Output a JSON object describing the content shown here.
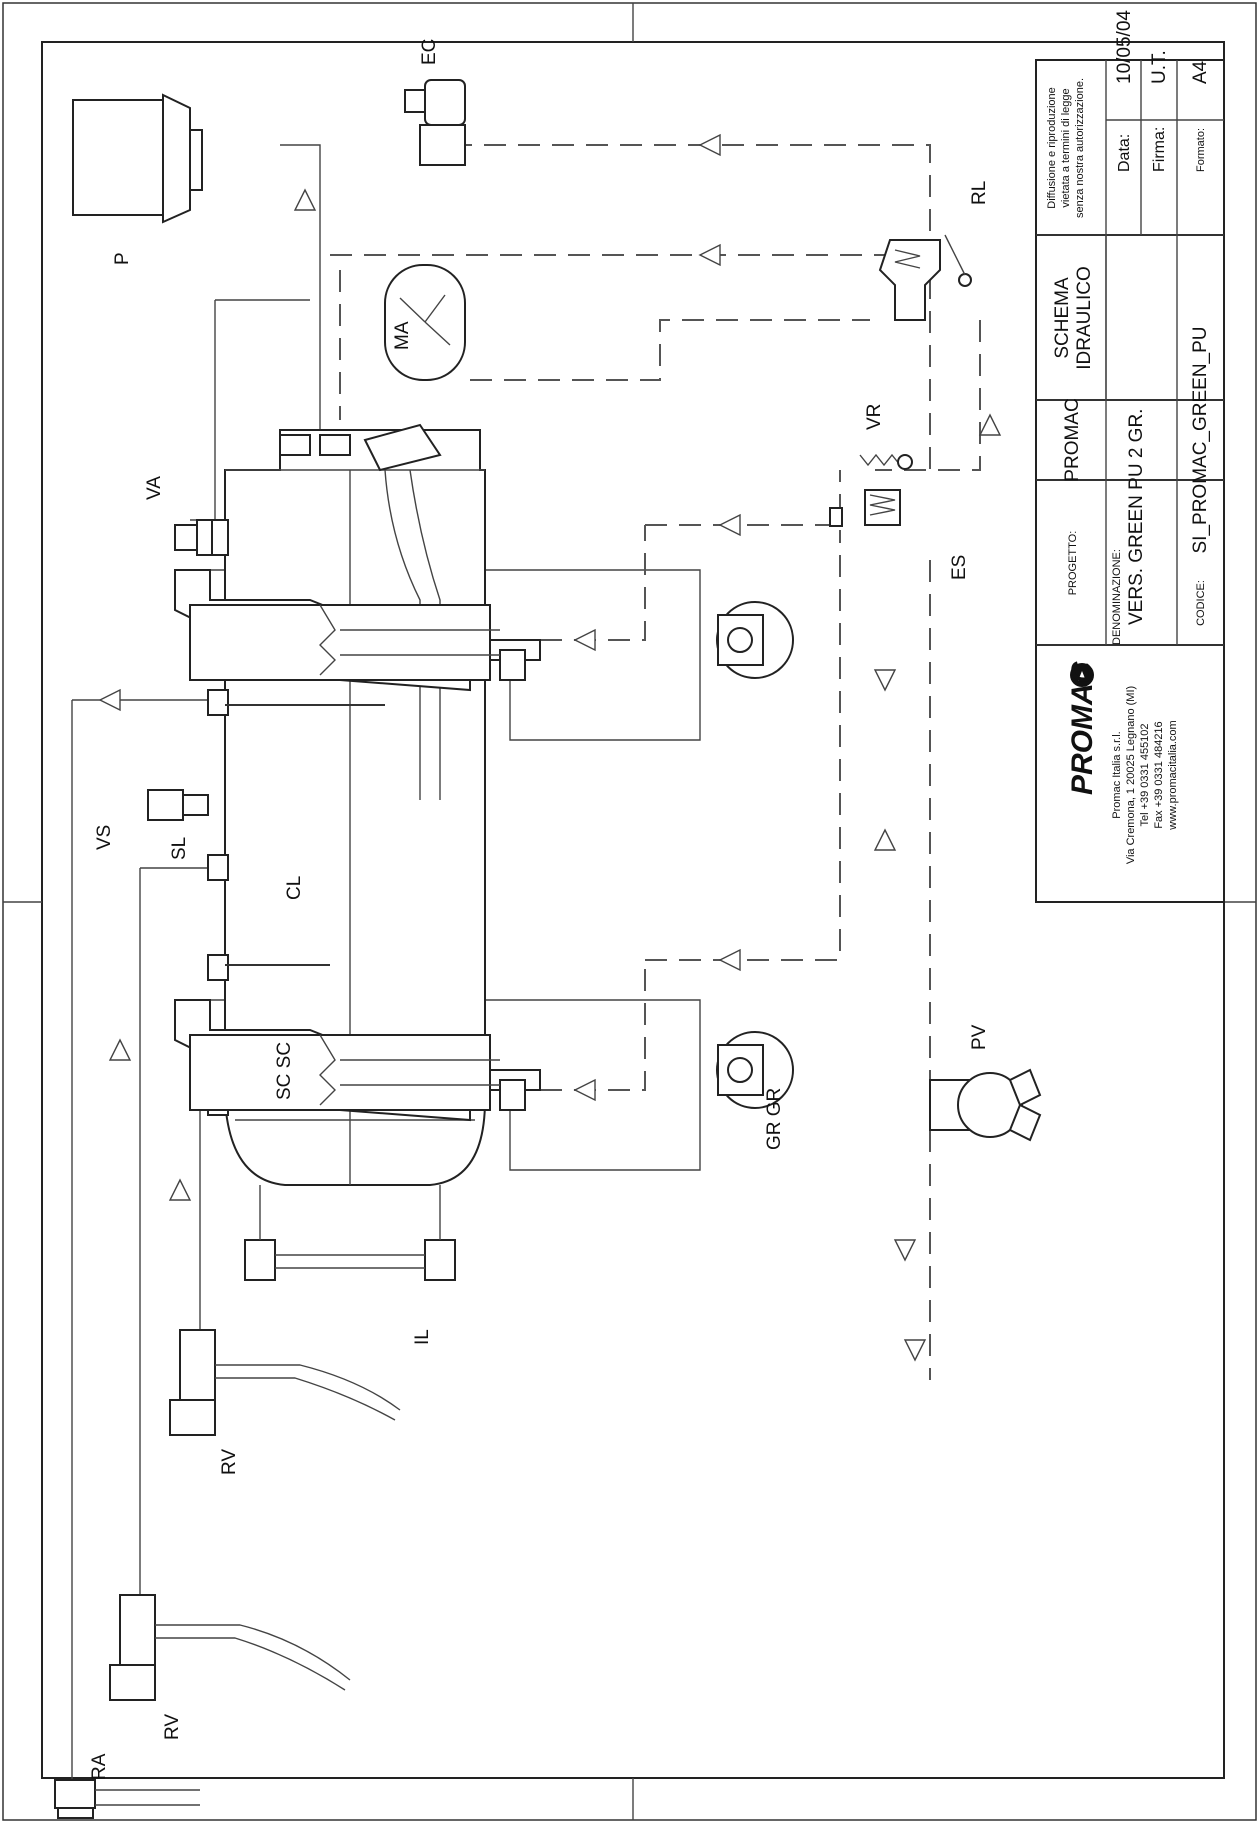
{
  "labels": {
    "ec": "EC",
    "p": "P",
    "rl": "RL",
    "ma": "MA",
    "va": "VA",
    "vr": "VR",
    "es": "ES",
    "vs": "VS",
    "sl": "SL",
    "cl": "CL",
    "sc": "SC SC",
    "gr": "GR GR",
    "pv": "PV",
    "il": "IL",
    "rv1": "RV",
    "rv2": "RV",
    "ra": "RA"
  },
  "title_block": {
    "rights_line1": "Diffusione e riproduzione",
    "rights_line2": "vietata a termini di legge",
    "rights_line3": "senza nostra autorizzazione.",
    "date_label": "Data:",
    "date_value": "10/05/04",
    "sign_label": "Firma:",
    "sign_value": "U.T.",
    "format_label": "Formato:",
    "format_value": "A4",
    "schema_line1": "SCHEMA",
    "schema_line2": "IDRAULICO",
    "project_label": "PROGETTO:",
    "project_value": "PROMAC",
    "denomination_label": "DENOMINAZIONE:",
    "denomination_value": "VERS.  GREEN PU  2 GR.",
    "code_label": "CODICE:",
    "code_value": "SI_PROMAC_GREEN_PU",
    "company_logo": "PROMAC",
    "company_name": "Promac Italia s.r.l.",
    "company_address": "Via Cremona, 1 20025 Legnano (MI)",
    "company_tel": "Tel +39 0331 455102",
    "company_fax": "Fax +39 0331 484216",
    "company_web": "www.promacitalia.com"
  }
}
